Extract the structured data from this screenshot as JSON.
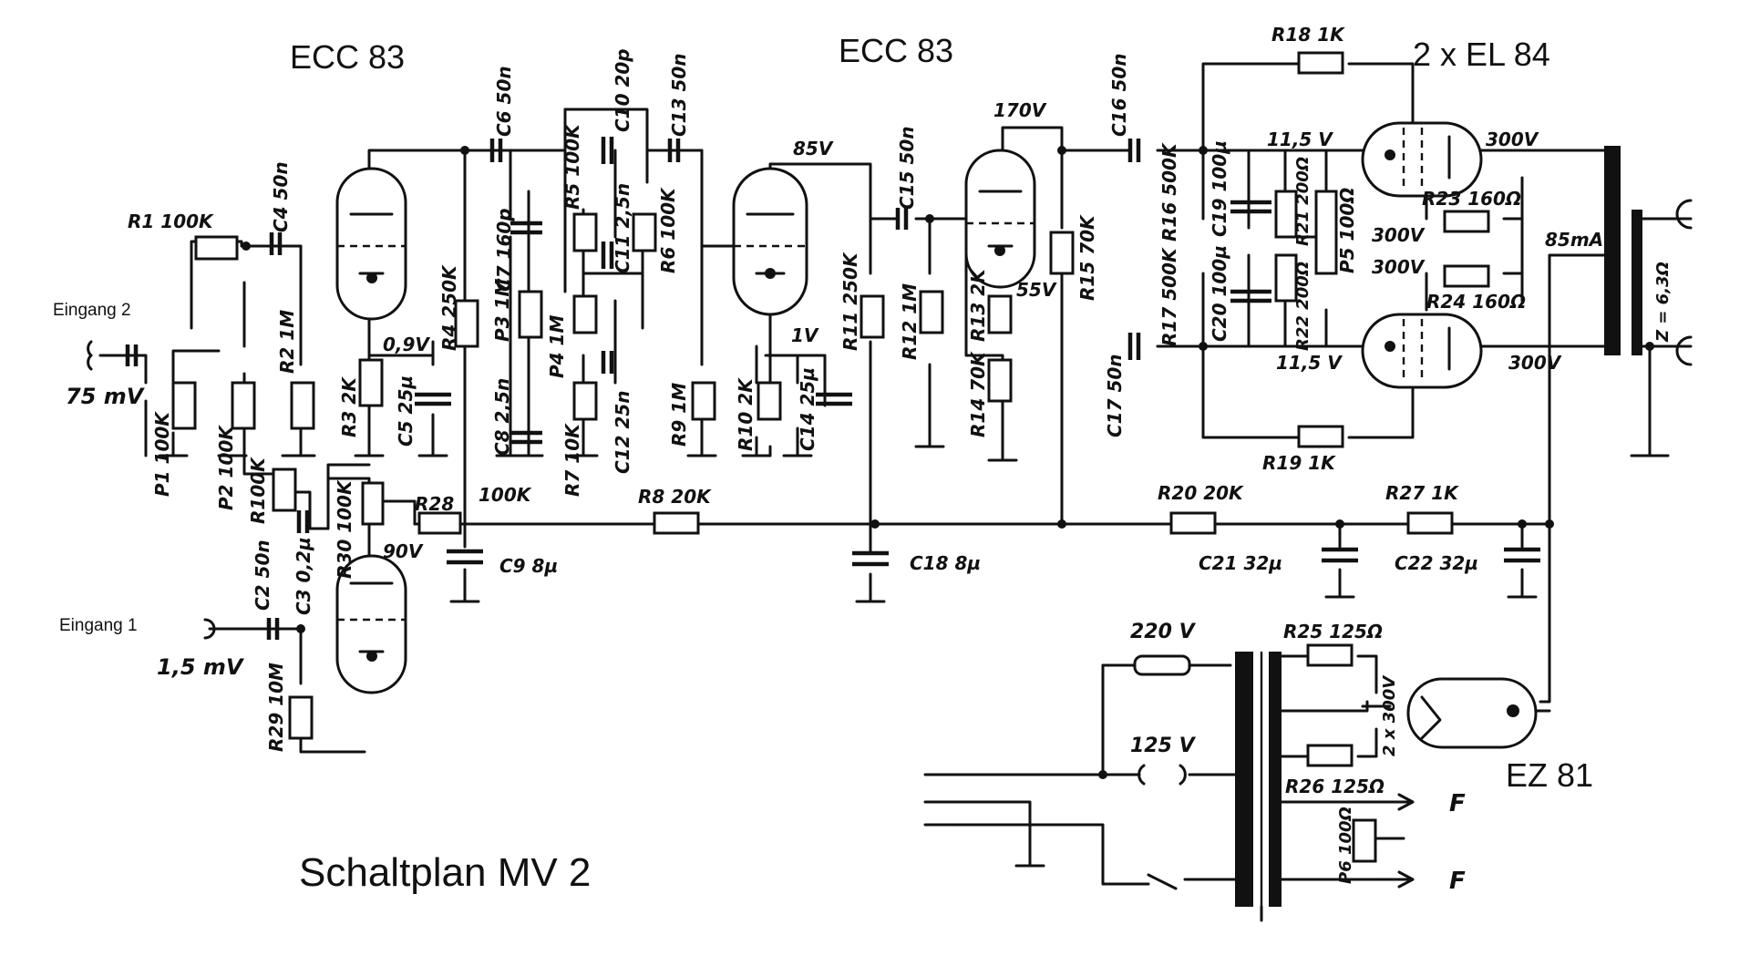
{
  "title": "Schaltplan MV 2",
  "tubes": {
    "v1": "ECC 83",
    "v2": "ECC 83",
    "v3": "2 x EL 84",
    "v4": "EZ 81"
  },
  "inputs": {
    "in2": "Eingang 2",
    "in2_level": "75 mV",
    "in1": "Eingang 1",
    "in1_level": "1,5 mV"
  },
  "labels": {
    "R1": "R1 100K",
    "C4": "C4 50n",
    "P1": "P1 100K",
    "P2": "P2 100K",
    "R2": "R2 1M",
    "R100": "R100K",
    "R3": "R3 2K",
    "C5": "C5 25µ",
    "v09": "0,9V",
    "R4": "R4 250K",
    "C6": "C6 50n",
    "C7": "C7 160p",
    "P3": "P3 1M",
    "C8": "C8 2,5n",
    "R5": "R5 100K",
    "C10": "C10 20p",
    "C11": "C11 2,5n",
    "R6": "R6 100K",
    "C13": "C13 50n",
    "P4": "P4 1M",
    "R7": "R7 10K",
    "C12": "C12 25n",
    "R9": "R9 1M",
    "v85": "85V",
    "R10": "R10 2K",
    "C14": "C14 25µ",
    "v1": "1V",
    "C15": "C15 50n",
    "R11": "R11 250K",
    "R12": "R12 1M",
    "v170": "170V",
    "R13": "R13 2K",
    "v55": "55V",
    "R14": "R14 70K",
    "R15": "R15 70K",
    "C16": "C16 50n",
    "C17": "C17 50n",
    "R16": "R16 500K",
    "R17": "R17 500K",
    "C19": "C19 100µ",
    "C20": "C20 100µ",
    "R18": "R18 1K",
    "R19": "R19 1K",
    "v115a": "11,5 V",
    "v115b": "11,5 V",
    "R21": "R21 200Ω",
    "R22": "R22 200Ω",
    "P5": "P5 100Ω",
    "v300a": "300V",
    "v300b": "300V",
    "v300c": "300V",
    "v300d": "300V",
    "R23": "R23 160Ω",
    "R24": "R24 160Ω",
    "i85": "85mA",
    "z": "Z = 6,3Ω",
    "R28": "R28",
    "k100": "100K",
    "C9": "C9 8µ",
    "R8": "R8 20K",
    "C18": "C18 8µ",
    "R20": "R20 20K",
    "R27": "R27 1K",
    "C21": "C21 32µ",
    "C22": "C22 32µ",
    "C2": "C2 50n",
    "C3": "C3 0,2µ",
    "R30": "R30 100K",
    "v90": "90V",
    "R29": "R29 10M",
    "v220": "220 V",
    "v125": "125 V",
    "R25": "R25 125Ω",
    "R26": "R26 125Ω",
    "v2x300": "2 x 300V",
    "P6": "P6 100Ω",
    "F1": "F",
    "F2": "F"
  }
}
